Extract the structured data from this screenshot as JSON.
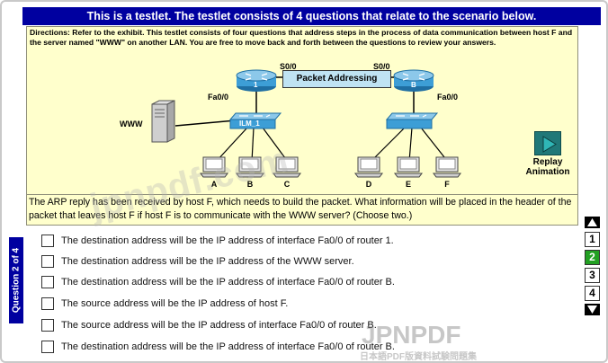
{
  "header": {
    "title": "This is a testlet. The testlet consists of 4 questions that relate to the scenario below."
  },
  "scenario": {
    "directions": "Directions: Refer to the exhibit. This testlet consists of four questions that address steps in the process of data communication between host F and the server named \"WWW\" on another LAN. You are free to move back and forth between the questions to review your answers."
  },
  "diagram": {
    "packet_label": "Packet Addressing",
    "router_left_label": "1",
    "router_right_label": "B",
    "switch_left_label": "ILM_1",
    "serial_left": "S0/0",
    "serial_right": "S0/0",
    "fa_left": "Fa0/0",
    "fa_right": "Fa0/0",
    "server_label": "WWW",
    "hosts": [
      "A",
      "B",
      "C",
      "D",
      "E",
      "F"
    ]
  },
  "replay": {
    "label_line1": "Replay",
    "label_line2": "Animation"
  },
  "question": {
    "text": "The ARP reply has been received by host F, which needs to build the packet. What information will be placed in the header of the packet that leaves host F if host F is to communicate with the WWW server? (Choose two.)",
    "tab_label": "Question 2 of 4"
  },
  "answers": [
    "The destination address will be the IP address of interface Fa0/0 of router 1.",
    "The destination address will be the IP address of the WWW server.",
    "The destination address will be the IP address of interface Fa0/0 of router B.",
    "The source address will be the IP address of host F.",
    "The source address will be the IP address of interface Fa0/0 of router B.",
    "The destination address will be the IP address of interface Fa0/0 of router B."
  ],
  "navigation": {
    "pages": [
      "1",
      "2",
      "3",
      "4"
    ],
    "active_page": "2"
  },
  "watermark": {
    "text_main": "jpnpdf.com",
    "brand": "JPNPDF",
    "brand_sub": "日本語PDF版資料試験問題集"
  },
  "colors": {
    "title_bar": "#0000a0",
    "scenario_bg": "#ffffcc",
    "router": "#3d9ed6",
    "switch": "#3d9ed6",
    "active_nav": "#22a022"
  }
}
